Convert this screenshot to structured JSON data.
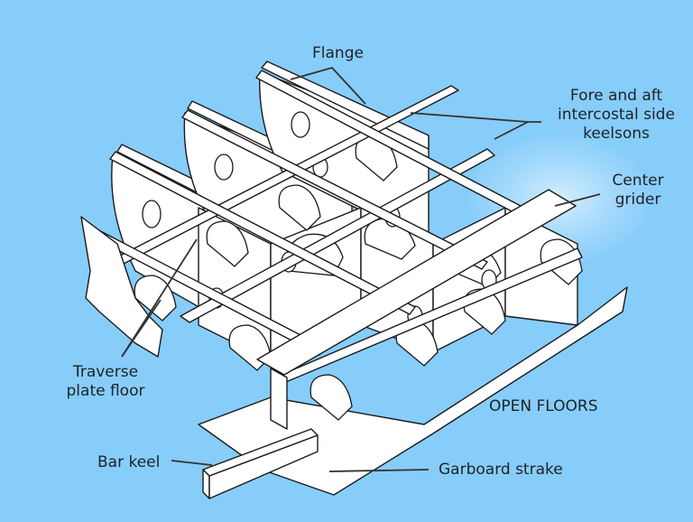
{
  "diagram": {
    "title": "Ship bottom structure with open floors",
    "background_color": "#87CDFA",
    "labels": {
      "flange": "Flange",
      "fore_aft_line1": "Fore and aft",
      "fore_aft_line2": "intercostal side",
      "fore_aft_line3": "keelsons",
      "center_line1": "Center",
      "center_line2": "grider",
      "traverse_line1": "Traverse",
      "traverse_line2": "plate floor",
      "open_floors": "OPEN FLOORS",
      "bar_keel": "Bar keel",
      "garboard": "Garboard strake"
    }
  }
}
